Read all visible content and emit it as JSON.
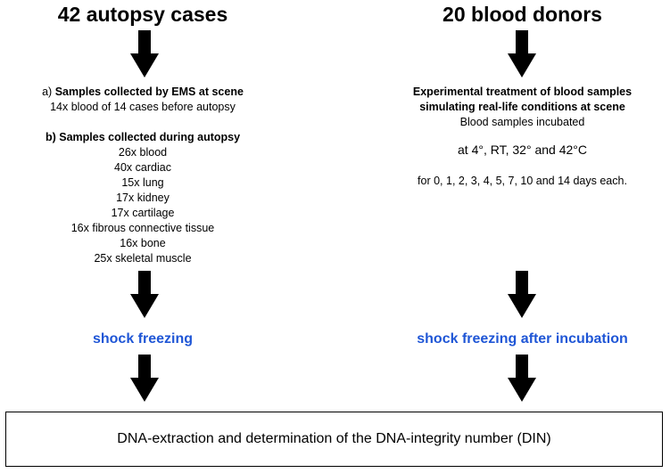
{
  "left": {
    "title": "42 autopsy cases",
    "section_a": {
      "prefix": "a)",
      "title": "Samples collected by EMS at scene",
      "detail": "14x blood of 14 cases before autopsy"
    },
    "section_b": {
      "prefix": "b)",
      "title": "Samples collected during autopsy",
      "items": [
        "26x blood",
        "40x cardiac",
        "15x lung",
        "17x kidney",
        "17x cartilage",
        "16x fibrous connective tissue",
        "16x bone",
        "25x skeletal muscle"
      ]
    },
    "step": "shock freezing"
  },
  "right": {
    "title": "20 blood donors",
    "treatment_line1": "Experimental treatment of blood samples",
    "treatment_line2": "simulating real-life conditions at scene",
    "incubated": "Blood samples incubated",
    "temps": "at 4°, RT, 32° and 42°C",
    "days": "for 0, 1, 2, 3, 4, 5, 7, 10 and 14 days each.",
    "step": "shock freezing after incubation"
  },
  "bottom": {
    "text": "DNA-extraction and determination of the DNA-integrity number (DIN)"
  },
  "colors": {
    "accent_blue": "#1f56d6",
    "arrow": "#000000"
  }
}
